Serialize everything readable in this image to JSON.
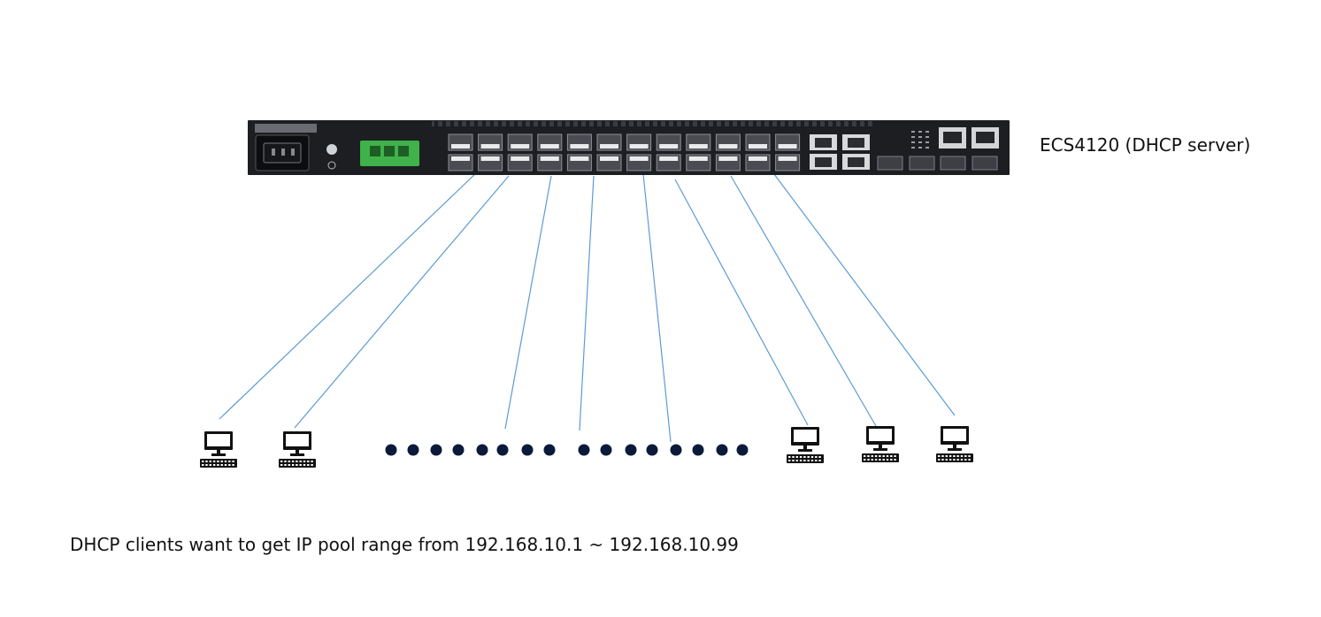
{
  "server": {
    "model": "ECS4120",
    "label": "ECS4120 (DHCP server)"
  },
  "clients": {
    "visible_pc_count": 5,
    "ellipsis_dot_count": 16,
    "icon_name": "computer-icon"
  },
  "connections": {
    "count": 8,
    "line_color": "#5b9bd5"
  },
  "caption": {
    "text": "DHCP clients want to get IP pool range from 192.168.10.1 ~ 192.168.10.99"
  },
  "colors": {
    "chassis": "#1c1e22",
    "terminal_block": "#3fb24a",
    "dots": "#0b1a3a"
  }
}
